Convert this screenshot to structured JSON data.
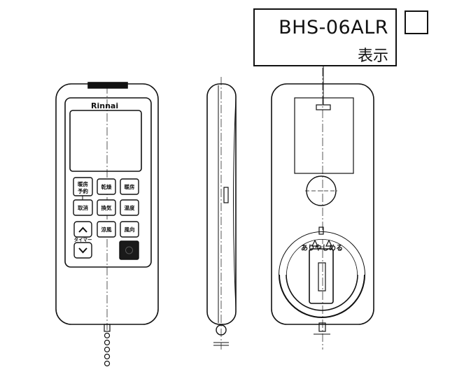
{
  "label": {
    "model": "BHS-06ALR",
    "caption": "表示"
  },
  "front": {
    "brand": "Rinnai",
    "buttons": {
      "bath_dry_1": "暖房",
      "bath_dry_2": "予約",
      "dry": "乾燥",
      "heat": "暖房",
      "cancel": "取消",
      "vent": "換気",
      "temp": "温度",
      "cool": "涼風",
      "wind": "風向",
      "timer": "タイマー"
    }
  },
  "dial": {
    "markings": "ありやしめる"
  }
}
